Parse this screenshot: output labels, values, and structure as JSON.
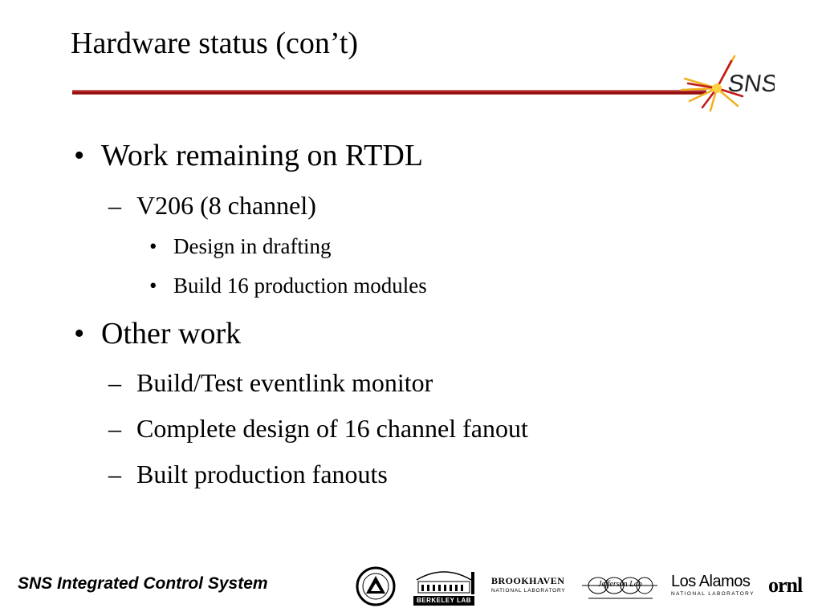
{
  "slide": {
    "title": "Hardware status (con’t)"
  },
  "content": {
    "items": [
      {
        "marker": "•",
        "text": "Work remaining on RTDL"
      },
      {
        "marker": "–",
        "text": "V206 (8 channel)"
      },
      {
        "marker": "•",
        "text": "Design in drafting"
      },
      {
        "marker": "•",
        "text": "Build 16 production modules"
      },
      {
        "marker": "•",
        "text": "Other work"
      },
      {
        "marker": "–",
        "text": "Build/Test eventlink monitor"
      },
      {
        "marker": "–",
        "text": "Complete design of 16 channel fanout"
      },
      {
        "marker": "–",
        "text": "Built production fanouts"
      }
    ]
  },
  "footer": {
    "text": "SNS Integrated Control System"
  },
  "logos": {
    "sns": "SNS",
    "berkeley": "BERKELEY LAB",
    "brookhaven_main": "BROOKHAVEN",
    "brookhaven_sub": "NATIONAL LABORATORY",
    "jefferson": "Jefferson Lab",
    "losalamos_main": "Los Alamos",
    "losalamos_sub": "NATIONAL LABORATORY",
    "ornl": "ornl"
  },
  "colors": {
    "rule": "#a81818",
    "starburst": "#f0b020"
  }
}
